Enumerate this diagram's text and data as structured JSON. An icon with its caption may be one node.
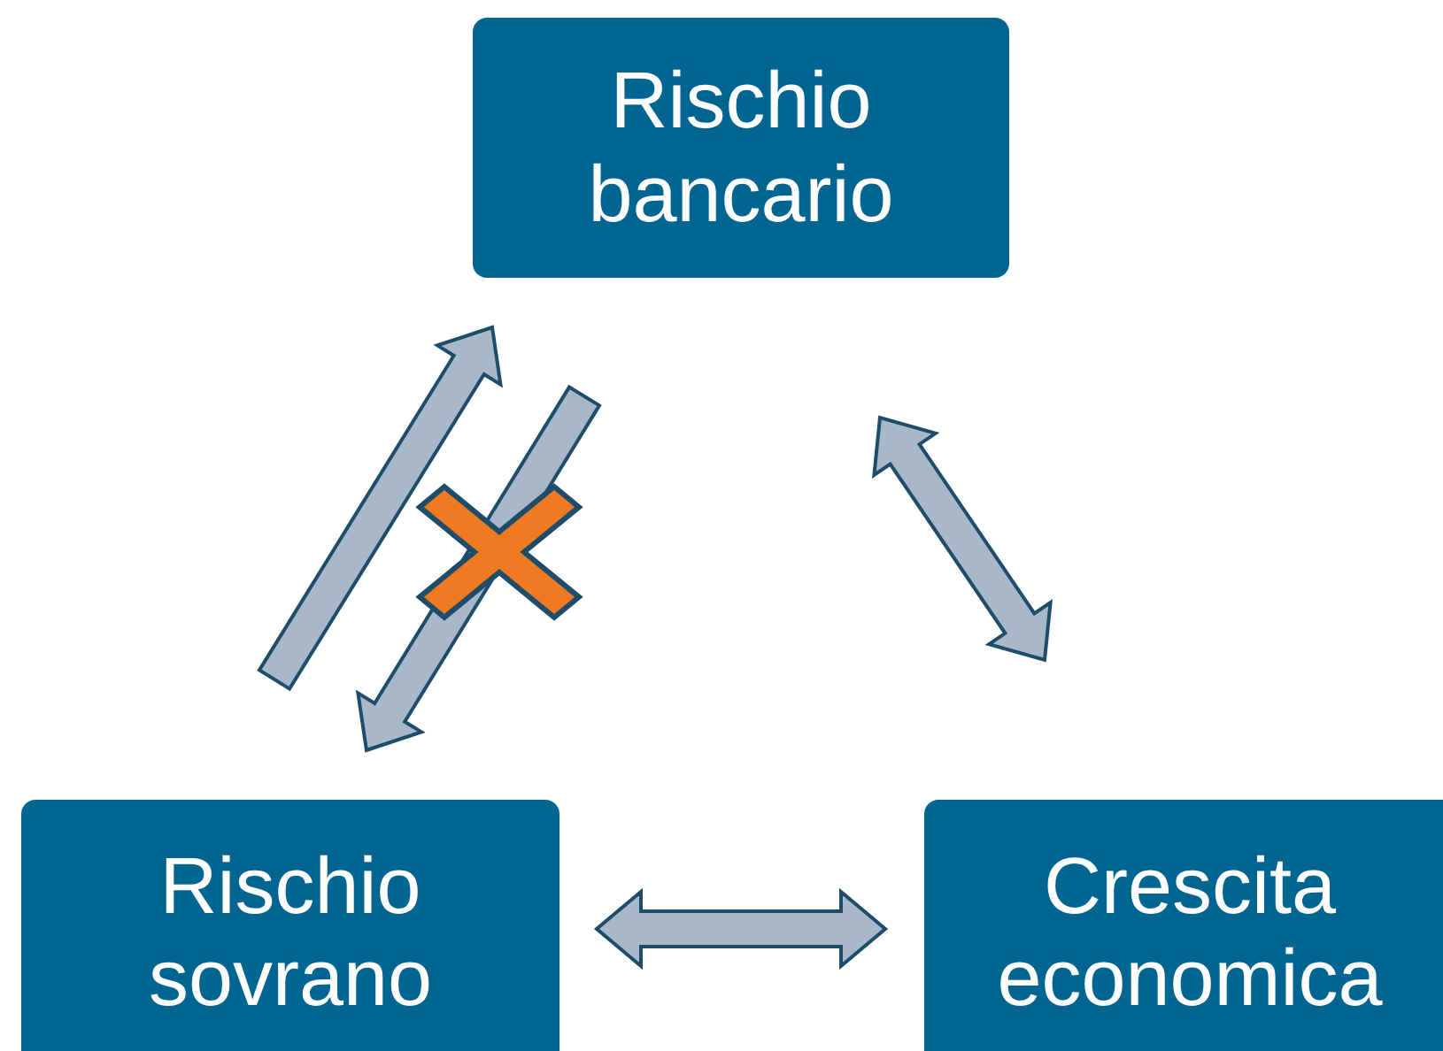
{
  "diagram": {
    "nodes": [
      {
        "text": [
          "Rischio bancario"
        ]
      },
      {
        "text": [
          "Rischio sovrano"
        ]
      },
      {
        "text": [
          "Crescita economica"
        ]
      }
    ],
    "edges": [
      {
        "from": 1,
        "to": 0,
        "arrow": "to"
      },
      {
        "from": 0,
        "to": 1,
        "arrow": "to"
      },
      {
        "from": 0,
        "to": 2,
        "arrow": "both"
      },
      {
        "from": 1,
        "to": 2,
        "arrow": "both"
      }
    ]
  }
}
